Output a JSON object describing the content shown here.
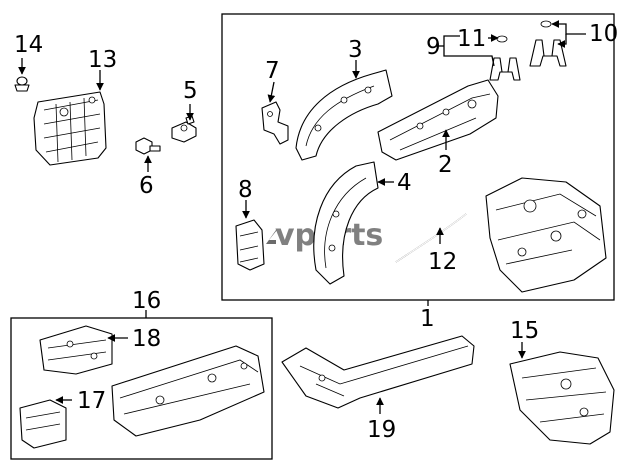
{
  "diagram": {
    "watermark": "vparts",
    "callouts": {
      "c1": "1",
      "c2": "2",
      "c3": "3",
      "c4": "4",
      "c5": "5",
      "c6": "6",
      "c7": "7",
      "c8": "8",
      "c9": "9",
      "c10": "10",
      "c11": "11",
      "c12": "12",
      "c13": "13",
      "c14": "14",
      "c15": "15",
      "c16": "16",
      "c17": "17",
      "c18": "18",
      "c19": "19"
    },
    "colors": {
      "line": "#000000",
      "background": "#ffffff",
      "watermark": "#6b6b6b"
    }
  }
}
